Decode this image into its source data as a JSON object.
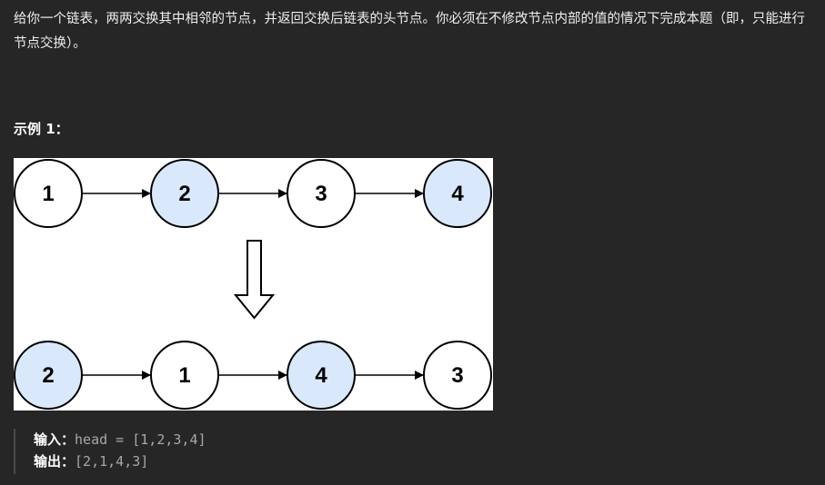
{
  "description": "给你一个链表，两两交换其中相邻的节点，并返回交换后链表的头节点。你必须在不修改节点内部的值的情况下完成本题（即，只能进行节点交换）。",
  "example": {
    "title": "示例 1：",
    "diagram": {
      "before": [
        "1",
        "2",
        "3",
        "4"
      ],
      "after": [
        "2",
        "1",
        "4",
        "3"
      ],
      "highlight_color": "#dae8fc",
      "plain_color": "#ffffff",
      "before_highlight": [
        false,
        true,
        false,
        true
      ],
      "after_highlight": [
        true,
        false,
        true,
        false
      ]
    },
    "input_label": "输入：",
    "input_value": "head = [1,2,3,4]",
    "output_label": "输出：",
    "output_value": "[2,1,4,3]"
  }
}
